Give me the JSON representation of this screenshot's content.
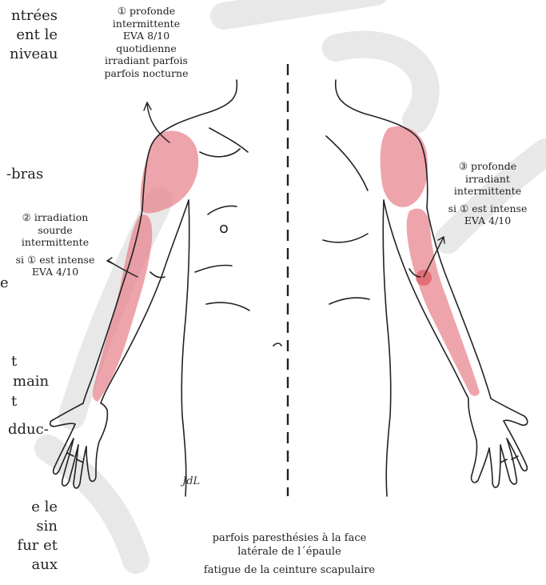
{
  "left_column": {
    "lines": [
      "ntrées",
      "ent le",
      "niveau",
      "-bras",
      "e",
      "t",
      "main",
      "t",
      "dduc-",
      "e le",
      "sin",
      "fur et",
      "aux"
    ]
  },
  "pain_1": {
    "lines": [
      "① profonde",
      "intermittente",
      "EVA 8/10",
      "quotidienne",
      "irradiant parfois",
      "parfois nocturne"
    ]
  },
  "pain_2": {
    "lines": [
      "② irradiation",
      "sourde",
      "intermittente",
      "si ① est intense",
      "EVA 4/10"
    ]
  },
  "pain_3": {
    "lines": [
      "③ profonde",
      "irradiant",
      "intermittente",
      "si ① est intense",
      "EVA 4/10"
    ]
  },
  "footer": {
    "lines": [
      "parfois paresthésies à la face",
      "latérale de l´épaule",
      "fatigue de la ceinture scapulaire"
    ]
  },
  "signature": "JdL",
  "colors": {
    "pain_zone": "#e8868f",
    "pain_hotspot": "#d9434f",
    "outline": "#222222",
    "watermark": "#d9d9d9"
  }
}
